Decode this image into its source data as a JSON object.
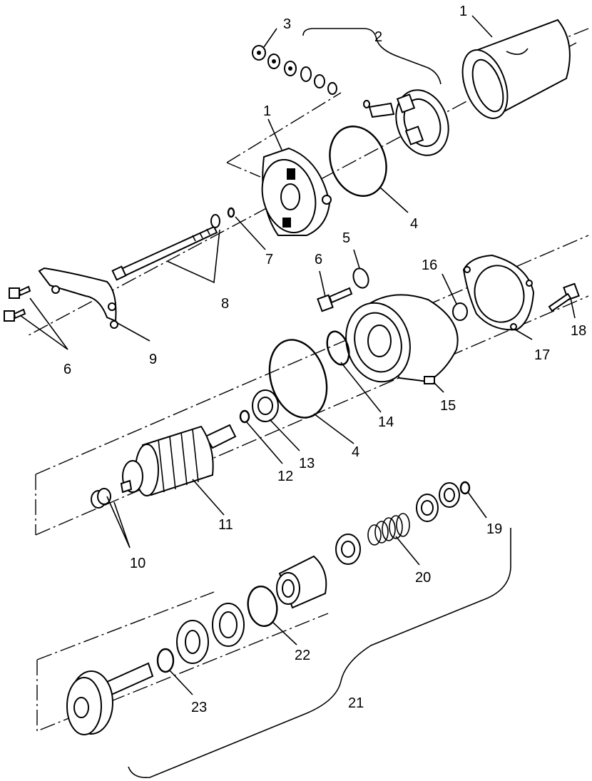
{
  "diagram": {
    "type": "exploded-parts-diagram",
    "callouts": [
      {
        "id": "c1a",
        "label": "1"
      },
      {
        "id": "c1b",
        "label": "1"
      },
      {
        "id": "c2",
        "label": "2"
      },
      {
        "id": "c3",
        "label": "3"
      },
      {
        "id": "c4a",
        "label": "4"
      },
      {
        "id": "c4b",
        "label": "4"
      },
      {
        "id": "c5",
        "label": "5"
      },
      {
        "id": "c6a",
        "label": "6"
      },
      {
        "id": "c6b",
        "label": "6"
      },
      {
        "id": "c7",
        "label": "7"
      },
      {
        "id": "c8",
        "label": "8"
      },
      {
        "id": "c9",
        "label": "9"
      },
      {
        "id": "c10",
        "label": "10"
      },
      {
        "id": "c11",
        "label": "11"
      },
      {
        "id": "c12",
        "label": "12"
      },
      {
        "id": "c13",
        "label": "13"
      },
      {
        "id": "c14",
        "label": "14"
      },
      {
        "id": "c15",
        "label": "15"
      },
      {
        "id": "c16",
        "label": "16"
      },
      {
        "id": "c17",
        "label": "17"
      },
      {
        "id": "c18",
        "label": "18"
      },
      {
        "id": "c19",
        "label": "19"
      },
      {
        "id": "c20",
        "label": "20"
      },
      {
        "id": "c21",
        "label": "21"
      },
      {
        "id": "c22",
        "label": "22"
      },
      {
        "id": "c23",
        "label": "23"
      }
    ]
  }
}
